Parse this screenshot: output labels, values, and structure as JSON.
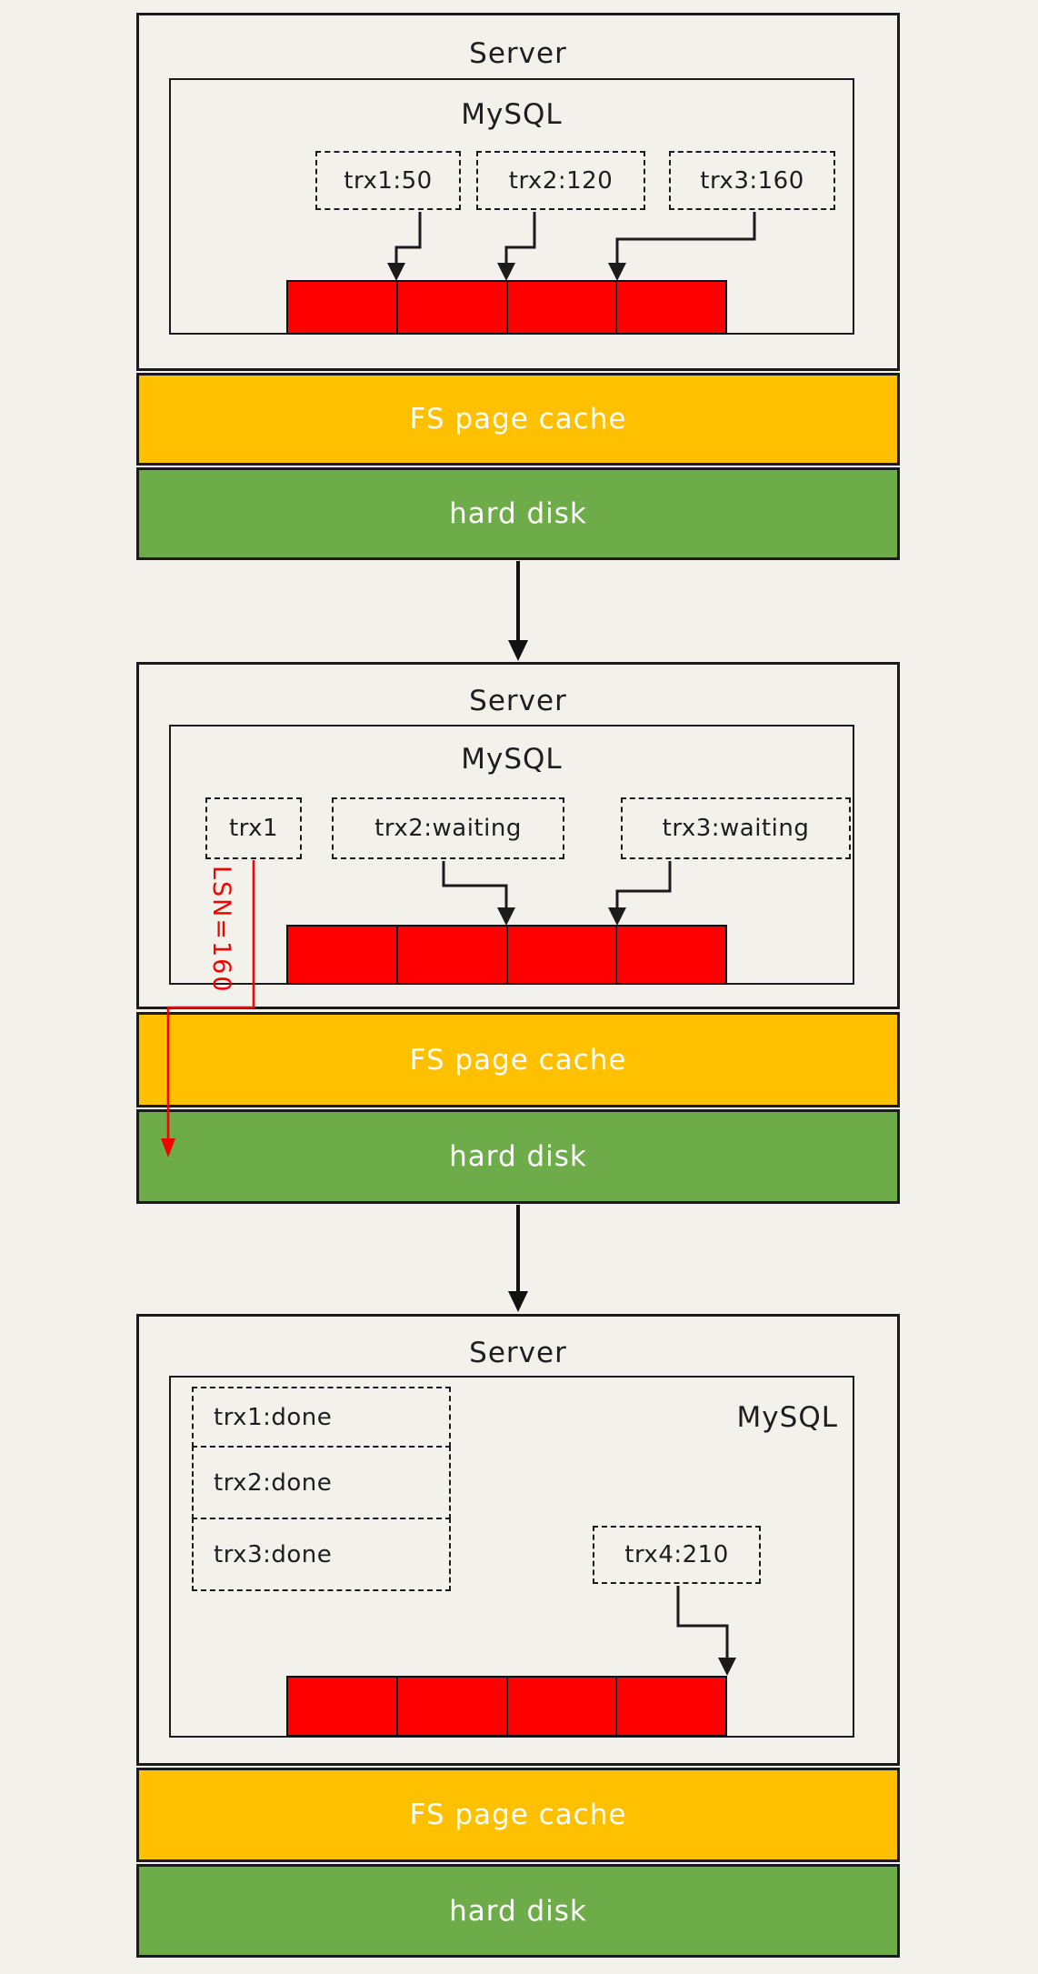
{
  "colors": {
    "background": "#f3f1ec",
    "fs_cache_yellow": "#ffc000",
    "hard_disk_green": "#6eac4a",
    "log_buffer_red": "#fe0000",
    "lsn_annotation_red": "#f70000",
    "line_black": "#1b1b1b"
  },
  "panels": [
    {
      "server_label": "Server",
      "mysql_label": "MySQL",
      "transactions": [
        {
          "label": "trx1:50"
        },
        {
          "label": "trx2:120"
        },
        {
          "label": "trx3:160"
        }
      ],
      "log_buffer_segments": 4,
      "fs_cache_label": "FS page cache",
      "disk_label": "hard disk"
    },
    {
      "server_label": "Server",
      "mysql_label": "MySQL",
      "transactions": [
        {
          "label": "trx1"
        },
        {
          "label": "trx2:waiting"
        },
        {
          "label": "trx3:waiting"
        }
      ],
      "lsn_label": "LSN=160",
      "log_buffer_segments": 4,
      "fs_cache_label": "FS page cache",
      "disk_label": "hard disk"
    },
    {
      "server_label": "Server",
      "mysql_label": "MySQL",
      "transactions": [
        {
          "label": "trx1:done"
        },
        {
          "label": "trx2:done"
        },
        {
          "label": "trx3:done"
        },
        {
          "label": "trx4:210"
        }
      ],
      "log_buffer_segments": 4,
      "fs_cache_label": "FS page cache",
      "disk_label": "hard disk"
    }
  ]
}
